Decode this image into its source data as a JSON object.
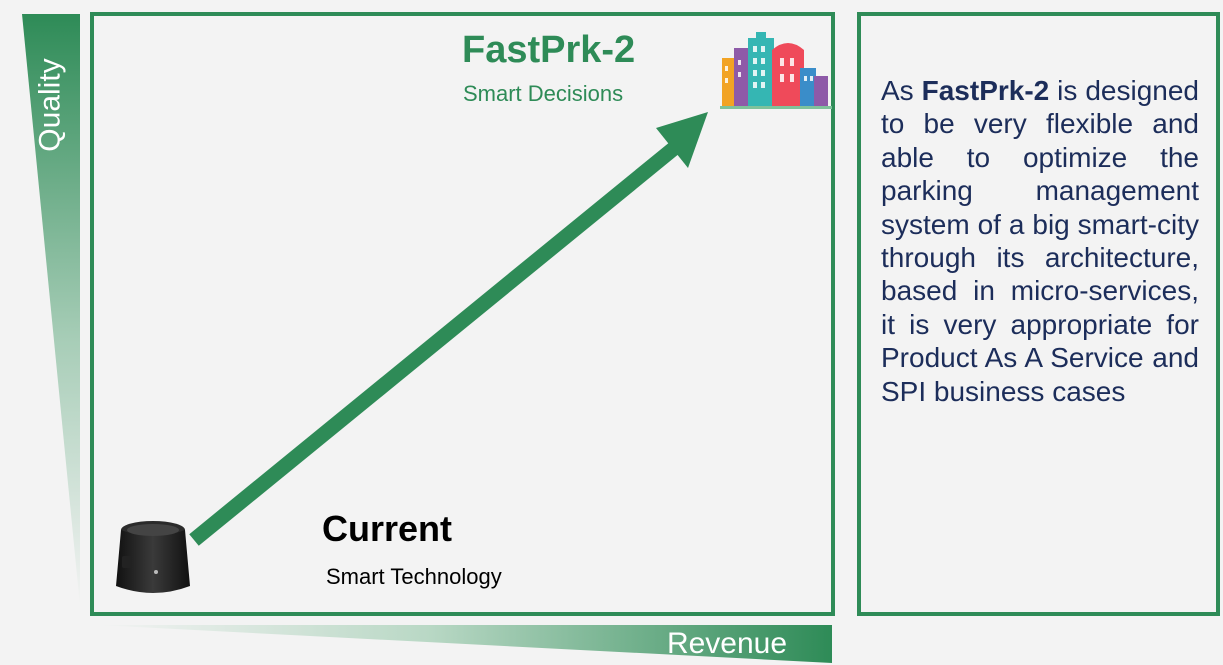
{
  "axes": {
    "y_label": "Quality",
    "x_label": "Revenue"
  },
  "target": {
    "title": "FastPrk-2",
    "subtitle": "Smart Decisions",
    "icon": "city-buildings-icon"
  },
  "current": {
    "title": "Current",
    "subtitle": "Smart Technology",
    "icon": "parking-sensor-icon"
  },
  "description": {
    "prefix": "As ",
    "highlight": "FastPrk-2",
    "body": " is designed to be very flexible and able to optimize the parking management system of a big smart-city through its architecture, based in micro-services, it is very appropriate for Product As A Service and SPI business cases"
  },
  "colors": {
    "accent": "#2e8b57",
    "text": "#1c2d5a"
  }
}
